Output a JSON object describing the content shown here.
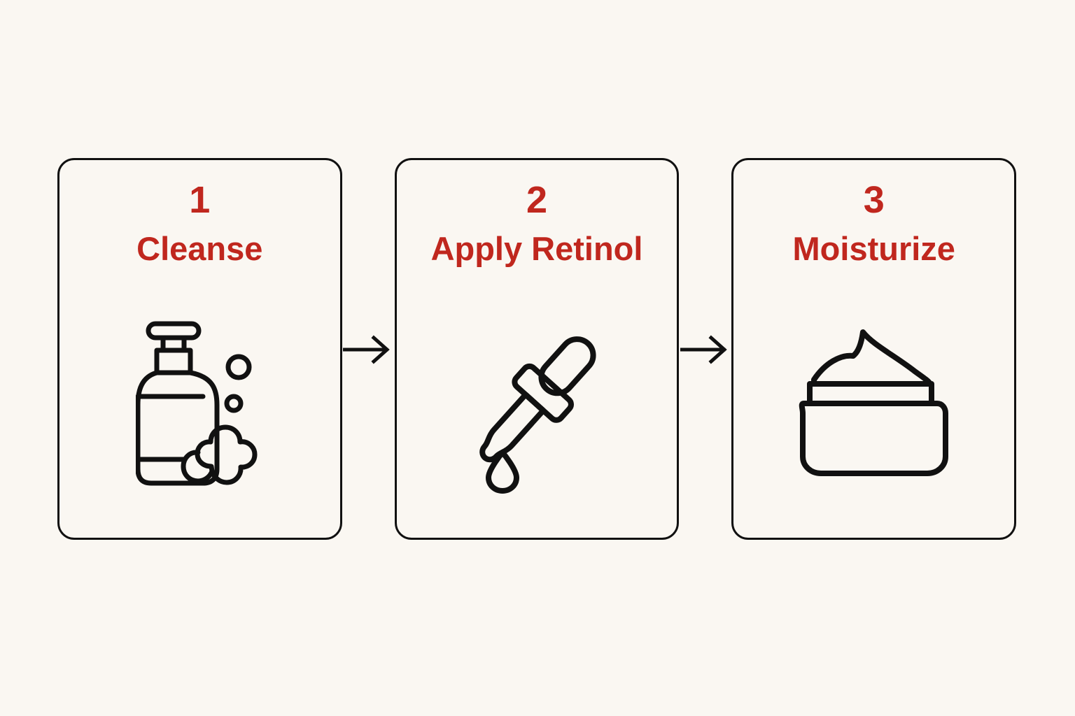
{
  "canvas": {
    "background_color": "#faf7f2",
    "accent_color": "#c0271e",
    "line_color": "#111111"
  },
  "flow": {
    "type": "horizontal-step-flow",
    "step_count": 3,
    "connector_icon": "arrow-right-icon",
    "steps": [
      {
        "number": "1",
        "title": "Cleanse",
        "icon": "soap-dispenser-bottle-icon"
      },
      {
        "number": "2",
        "title": "Apply Retinol",
        "icon": "dropper-pipette-icon"
      },
      {
        "number": "3",
        "title": "Moisturize",
        "icon": "cream-jar-icon"
      }
    ]
  }
}
